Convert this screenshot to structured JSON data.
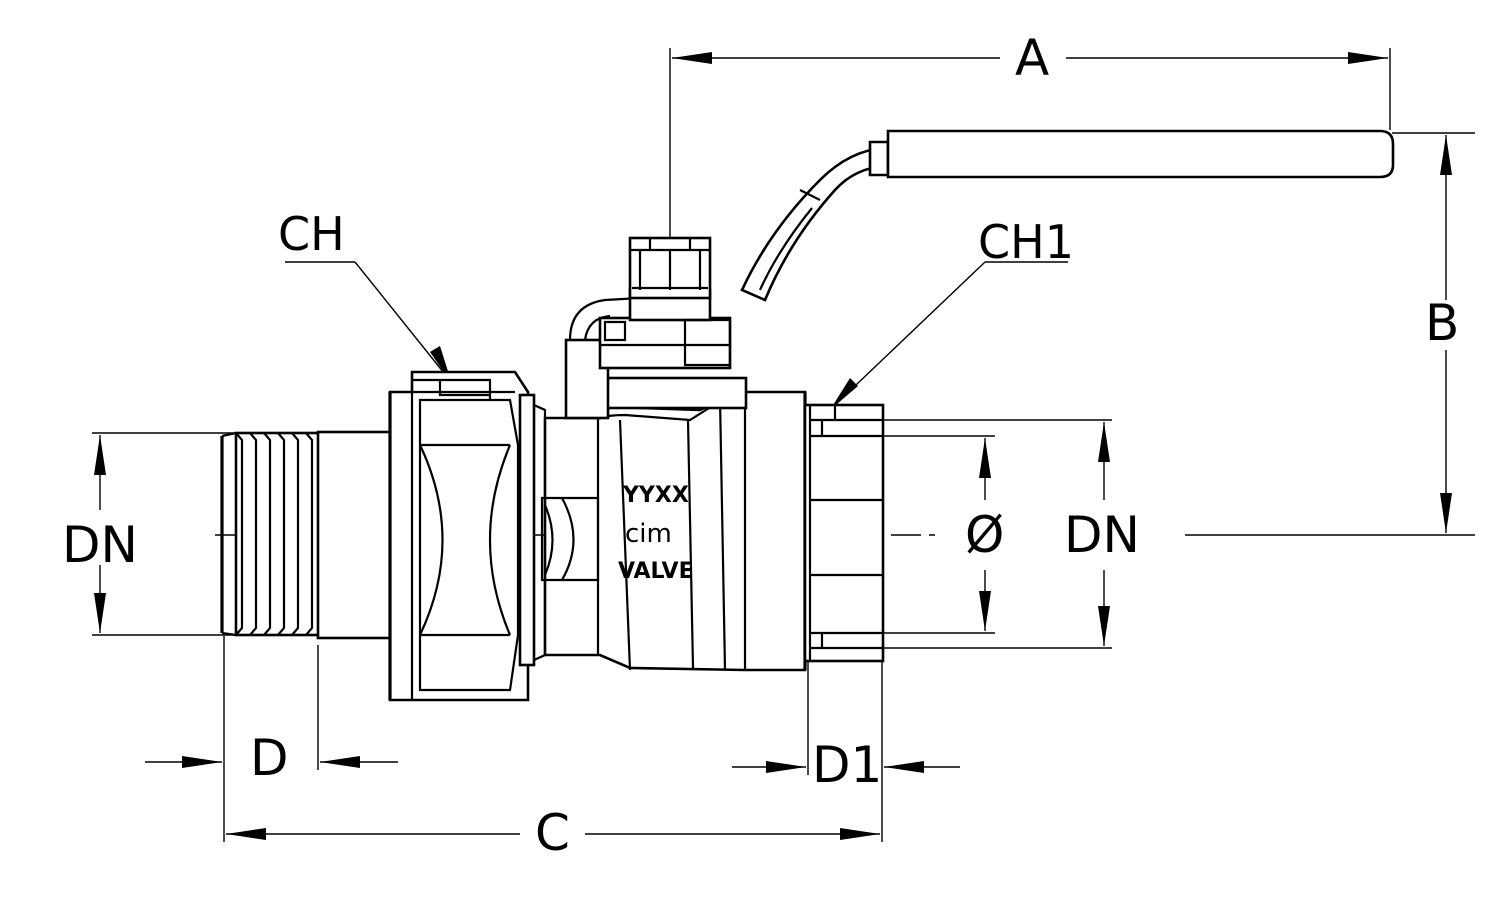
{
  "labels": {
    "A": "A",
    "B": "B",
    "C": "C",
    "D": "D",
    "D1": "D1",
    "CH": "CH",
    "CH1": "CH1",
    "DN_left": "DN",
    "DN_right": "DN",
    "phi": "Ø"
  },
  "body_marking": {
    "line1": "YYXX",
    "line2": "cim",
    "line3": "VALVE"
  }
}
